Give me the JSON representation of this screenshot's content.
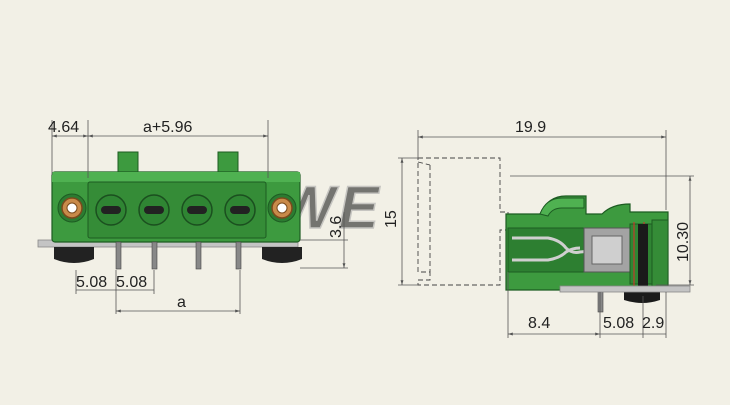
{
  "watermark": "YXWE",
  "front_view": {
    "dim_side": "4.64",
    "dim_top": "a+5.96",
    "dim_height": "3.6",
    "dim_pitch_1": "5.08",
    "dim_pitch_2": "5.08",
    "dim_span": "a"
  },
  "side_view": {
    "dim_length": "19.9",
    "dim_total_height": "15",
    "dim_body_height": "10.30",
    "dim_pin_offset": "8.4",
    "dim_pitch": "5.08",
    "dim_pin_edge": "2.9"
  },
  "colors": {
    "housing": "#3d9a3f",
    "housing_dark": "#25712a",
    "brass": "#c98a4a",
    "board": "#b9b9b9"
  }
}
